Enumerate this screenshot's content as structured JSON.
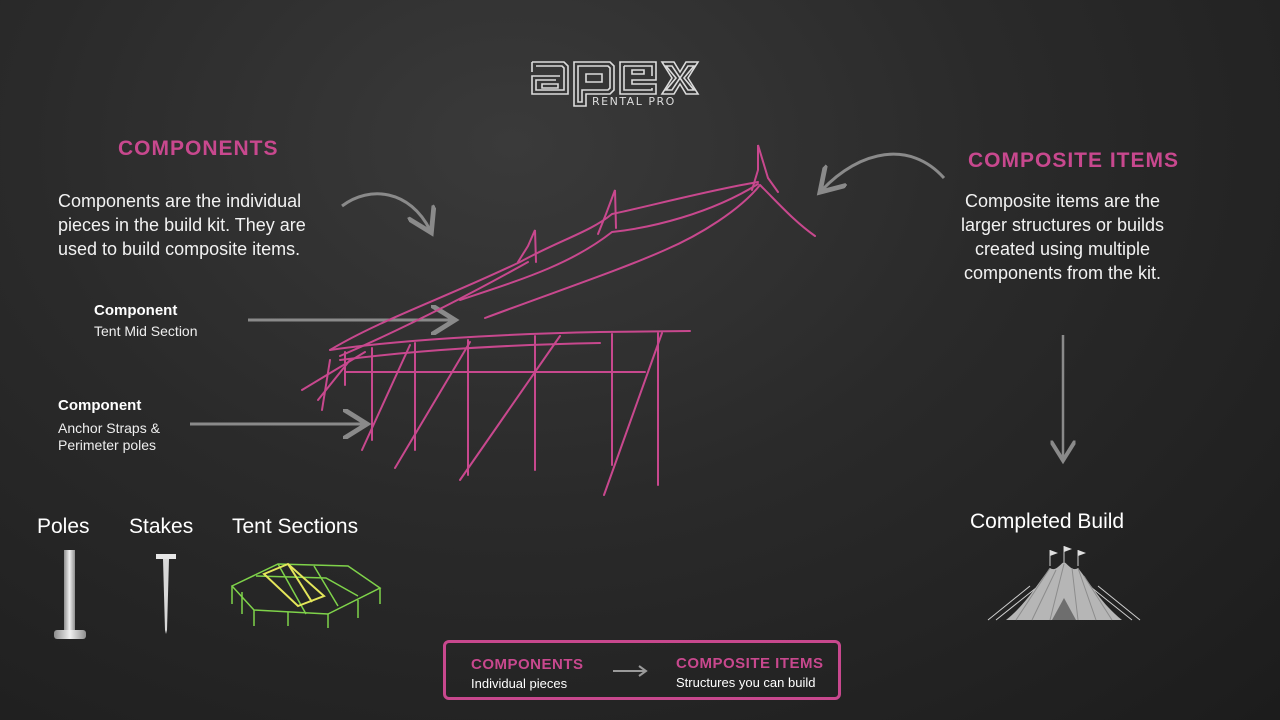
{
  "logo": {
    "sub": "RENTAL PRO"
  },
  "left": {
    "heading": "COMPONENTS",
    "description_lines": [
      "Components are the individual",
      "pieces in the build kit. They are",
      "used to build composite items."
    ]
  },
  "right": {
    "heading": "COMPOSITE ITEMS",
    "description_lines": [
      "Composite items are the",
      "larger structures or builds",
      "created using multiple",
      "components from the kit."
    ],
    "completed_label": "Completed Build"
  },
  "callouts": [
    {
      "title": "Component",
      "lines": [
        "Tent Mid Section"
      ]
    },
    {
      "title": "Component",
      "lines": [
        "Anchor Straps &",
        "Perimeter poles"
      ]
    }
  ],
  "thumbnails": [
    "Poles",
    "Stakes",
    "Tent Sections"
  ],
  "summary": {
    "left_heading": "COMPONENTS",
    "left_sub": "Individual pieces",
    "right_heading": "COMPOSITE ITEMS",
    "right_sub": "Structures you can build"
  },
  "colors": {
    "accent": "#c8488e",
    "arrow": "#8a8a8a",
    "background": "#2a2a2a"
  }
}
